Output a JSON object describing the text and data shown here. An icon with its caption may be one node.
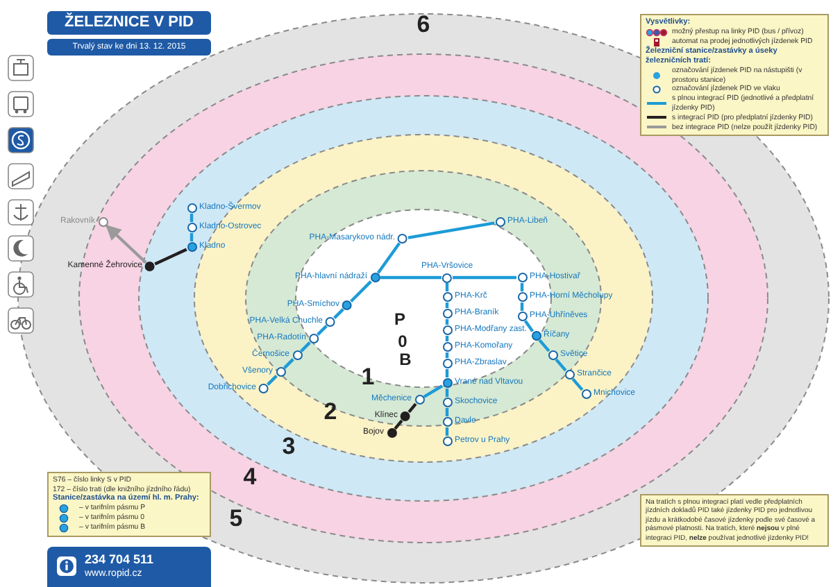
{
  "diagram": {
    "title": "ŽELEZNICE V PID",
    "nodes": [
      {
        "text": [
          "PHA-Masarykovo nádr."
        ]
      },
      {
        "text": [
          "PHA-hlavní nádraží"
        ]
      },
      {
        "text": [
          "PHA-Libeň"
        ]
      },
      {
        "text": [
          "PHA-Vršovice"
        ]
      },
      {
        "text": [
          "PHA-Smíchov"
        ]
      },
      {
        "text": [
          "PHA-Velká Chuchle"
        ]
      },
      {
        "text": [
          "PHA-Radotín"
        ]
      },
      {
        "text": [
          "Černošice"
        ]
      },
      {
        "text": [
          "Všenory"
        ]
      },
      {
        "text": [
          "Dobřichovice"
        ]
      },
      {
        "text": [
          "PHA-Krč"
        ]
      },
      {
        "text": [
          "PHA-Braník"
        ]
      },
      {
        "text": [
          "PHA-Modřany zast."
        ]
      },
      {
        "text": [
          "PHA-Komořany"
        ]
      },
      {
        "text": [
          "PHA-Zbraslav"
        ]
      },
      {
        "text": [
          "Vrané nad Vltavou"
        ]
      },
      {
        "text": [
          "Skochovice"
        ]
      },
      {
        "text": [
          "Davle"
        ]
      },
      {
        "text": [
          "Petrov u Prahy"
        ]
      },
      {
        "text": [
          "Měchenice"
        ]
      },
      {
        "text": [
          "Klínec"
        ]
      },
      {
        "text": [
          "Bojov"
        ]
      },
      {
        "text": [
          "PHA-Hostivař"
        ]
      },
      {
        "text": [
          "PHA-Horní Měcholupy"
        ]
      },
      {
        "text": [
          "PHA-Uhříněves"
        ]
      },
      {
        "text": [
          "Říčany"
        ]
      },
      {
        "text": [
          "Světice"
        ]
      },
      {
        "text": [
          "Strančice"
        ]
      },
      {
        "text": [
          "Mnichovice"
        ]
      },
      {
        "text": [
          "Kladno"
        ]
      },
      {
        "text": [
          "Kladno-Ostrovec"
        ]
      },
      {
        "text": [
          "Kladno-Švermov"
        ]
      },
      {
        "text": [
          "Kamenné Žehrovice"
        ]
      },
      {
        "text": [
          "Rakovník"
        ]
      }
    ],
    "edges": [
      {
        "from": 0,
        "to": 1,
        "arrow": "none"
      },
      {
        "from": 0,
        "to": 2,
        "arrow": "none"
      },
      {
        "from": 1,
        "to": 3,
        "arrow": "none"
      },
      {
        "from": 1,
        "to": 4,
        "arrow": "none"
      },
      {
        "from": 4,
        "to": 5,
        "arrow": "none"
      },
      {
        "from": 5,
        "to": 6,
        "arrow": "none"
      },
      {
        "from": 6,
        "to": 7,
        "arrow": "none"
      },
      {
        "from": 7,
        "to": 8,
        "arrow": "none"
      },
      {
        "from": 8,
        "to": 9,
        "arrow": "none"
      },
      {
        "from": 3,
        "to": 10,
        "arrow": "none"
      },
      {
        "from": 10,
        "to": 11,
        "arrow": "none"
      },
      {
        "from": 11,
        "to": 12,
        "arrow": "none"
      },
      {
        "from": 12,
        "to": 13,
        "arrow": "none"
      },
      {
        "from": 13,
        "to": 14,
        "arrow": "none"
      },
      {
        "from": 14,
        "to": 15,
        "arrow": "none"
      },
      {
        "from": 15,
        "to": 16,
        "arrow": "none"
      },
      {
        "from": 16,
        "to": 17,
        "arrow": "none"
      },
      {
        "from": 17,
        "to": 18,
        "arrow": "none"
      },
      {
        "from": 15,
        "to": 19,
        "arrow": "none"
      },
      {
        "from": 19,
        "to": 20,
        "arrow": "none",
        "color": "#231f20"
      },
      {
        "from": 20,
        "to": 21,
        "arrow": "none",
        "color": "#231f20"
      },
      {
        "from": 3,
        "to": 22,
        "arrow": "none"
      },
      {
        "from": 22,
        "to": 23,
        "arrow": "none"
      },
      {
        "from": 23,
        "to": 24,
        "arrow": "none"
      },
      {
        "from": 24,
        "to": 25,
        "arrow": "none"
      },
      {
        "from": 25,
        "to": 26,
        "arrow": "none"
      },
      {
        "from": 26,
        "to": 27,
        "arrow": "none"
      },
      {
        "from": 27,
        "to": 28,
        "arrow": "none"
      },
      {
        "from": 29,
        "to": 30,
        "arrow": "none"
      },
      {
        "from": 30,
        "to": 31,
        "arrow": "none"
      },
      {
        "from": 29,
        "to": 32,
        "arrow": "none",
        "color": "#231f20"
      },
      {
        "from": 32,
        "to": 33,
        "arrow": "to",
        "color": "#9a9a9a"
      }
    ],
    "labels": [
      "Trvalý stav ke dni 13. 12. 2015",
      "Vysvětlivky:",
      "Železniční stanice/zastávky a úseky železničních tratí:",
      "6",
      "P",
      "0",
      "B",
      "1",
      "2",
      "3",
      "4",
      "5",
      "Stanice/zastávka na území hl. m. Prahy:",
      "234 704 511",
      "www.ropid.cz",
      "Na tratích s plnou integrací platí vedle předplatních jízdních dokladů PID také jízdenky PID pro jednotlivou jízdu a krátkodobé časové jízdenky podle své časové a pásmové platnosti. Na tratích, které **nejsou** v plné integraci PID, **nelze** používat jednotlivé jízdenky PID!"
    ],
    "legend": [
      {
        "text": "možný přestup na linky PID (bus / přívoz)"
      },
      {
        "text": "automat na prodej jednotlivých jízdenek PID"
      },
      {
        "text": "označování jízdenek PID na nástupišti (v prostoru stanice)"
      },
      {
        "text": "označování jízdenek PID ve vlaku"
      },
      {
        "text": "s plnou integrací PID (jednotlivé a předplatní jízdenky PID)"
      },
      {
        "text": "s integrací PID (pro předplatní jízdenky PID)"
      },
      {
        "text": "bez integrace PID (nelze použít jízdenky PID)"
      },
      {
        "text": "S76 – číslo linky S v PID"
      },
      {
        "text": "172 – číslo trati (dle knižního jízdního řádu)"
      },
      {
        "text": "– v tarifním pásmu P"
      },
      {
        "text": "– v tarifním pásmu 0"
      },
      {
        "text": "– v tarifním pásmu B"
      }
    ]
  }
}
